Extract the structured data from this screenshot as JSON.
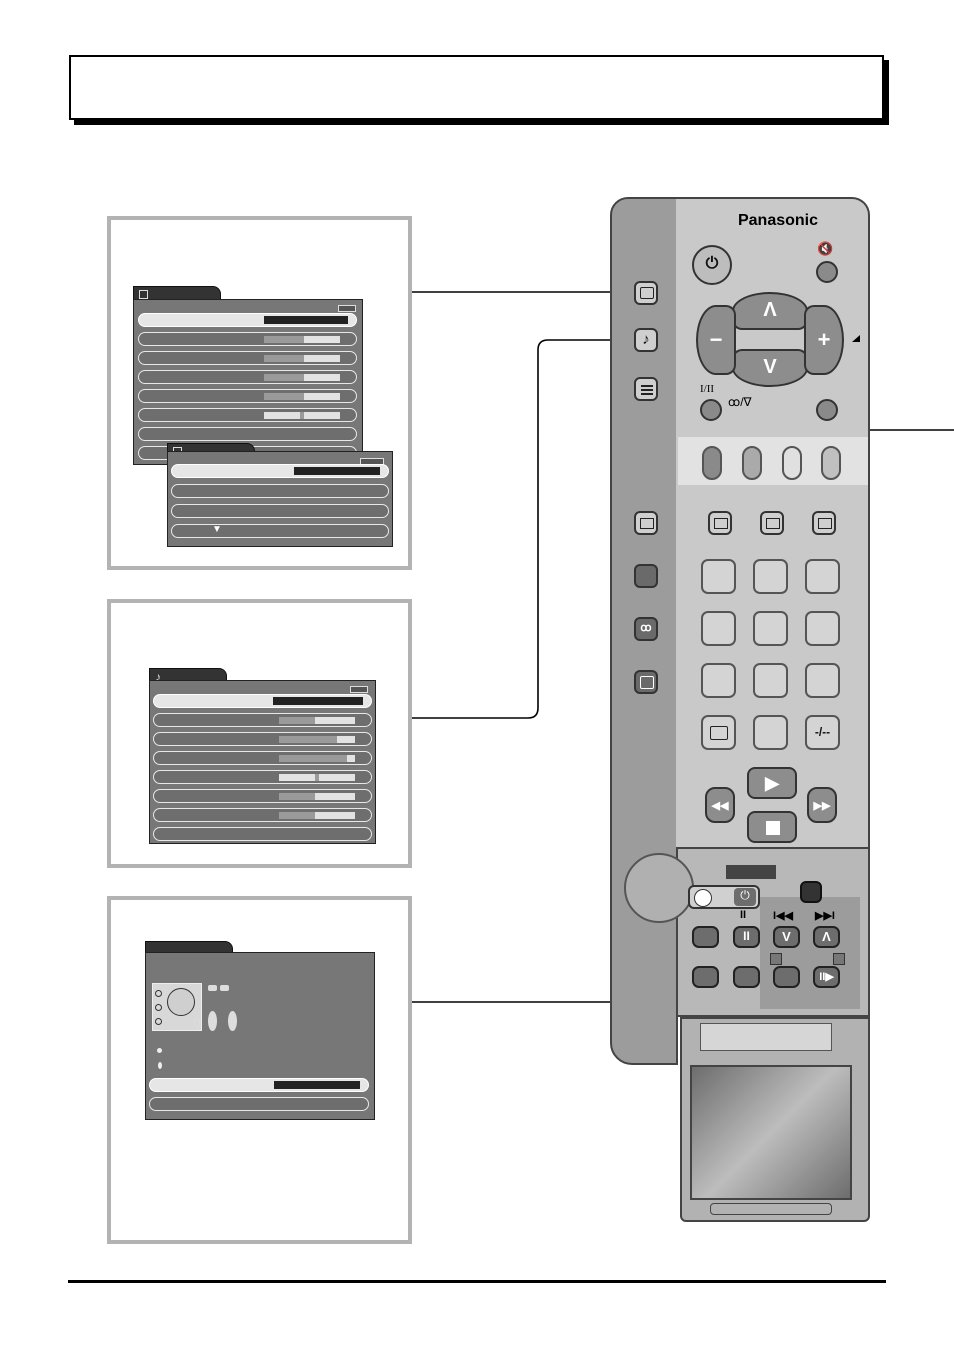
{
  "brand": "Panasonic",
  "labels": {
    "stereo_toggle": "I/II",
    "surround_label": "ꝏ/∇",
    "pause_label": "II",
    "skip_back_label": "I◀◀",
    "skip_fwd_label": "▶▶I",
    "digits_label": "-/--",
    "down_arrow": "▼",
    "minus": "−",
    "plus": "+",
    "up": "Λ",
    "down": "V"
  },
  "colors": {
    "remote_body": "#c9c9c9",
    "remote_side": "#9a9a9a",
    "panel_border": "#b3b3b3",
    "osd_bg": "#777777"
  }
}
